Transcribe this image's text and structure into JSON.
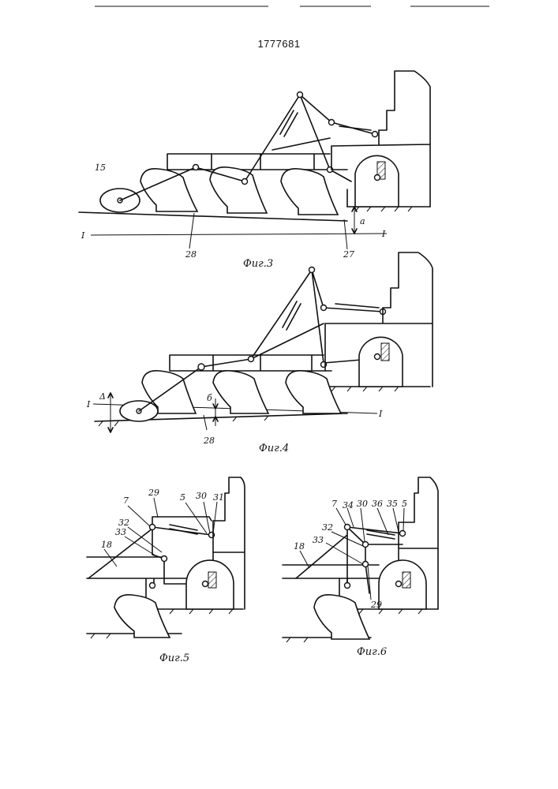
{
  "patent_number": "1777681",
  "figures": {
    "fig3": {
      "caption": "Фиг.3",
      "labels": {
        "l15": "15",
        "l28": "28",
        "l27": "27",
        "la": "a",
        "lI1": "I",
        "lI2": "I"
      }
    },
    "fig4": {
      "caption": "Фиг.4",
      "labels": {
        "ld": "Δ",
        "lb": "б",
        "l28": "28",
        "lI1": "I",
        "lI2": "I"
      }
    },
    "fig5": {
      "caption": "Фиг.5",
      "labels": {
        "l7": "7",
        "l29": "29",
        "l5": "5",
        "l30": "30",
        "l31": "31",
        "l32": "32",
        "l33": "33",
        "l18": "18"
      }
    },
    "fig6": {
      "caption": "Фиг.6",
      "labels": {
        "l7": "7",
        "l34": "34",
        "l30": "30",
        "l36": "36",
        "l35": "35",
        "l5": "5",
        "l32": "32",
        "l33": "33",
        "l18": "18",
        "l29": "29"
      }
    }
  }
}
